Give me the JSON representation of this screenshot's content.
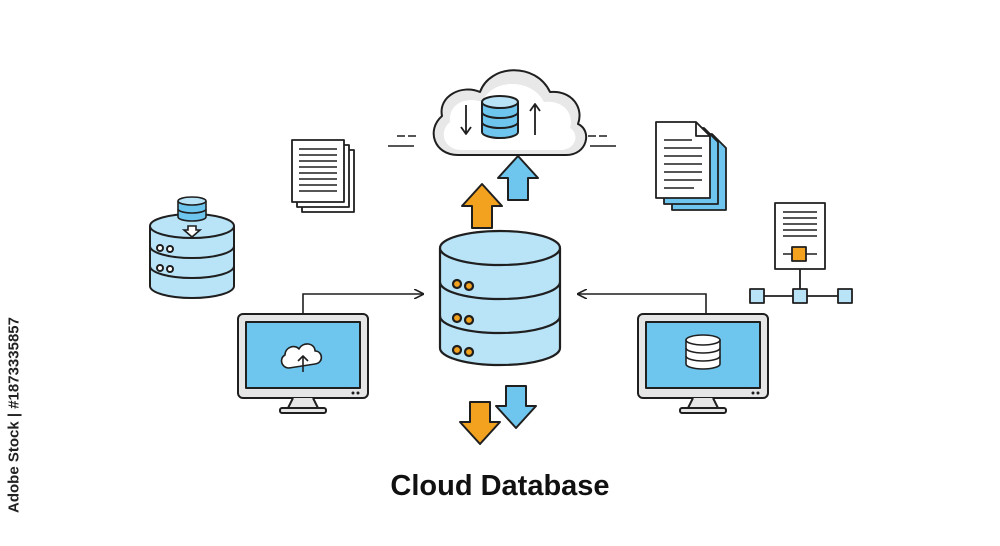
{
  "diagram": {
    "title": "Cloud Database",
    "colors": {
      "outline": "#1f1f1f",
      "blue": "#6ec6ee",
      "blue_light": "#b9e3f7",
      "orange": "#f3a21f",
      "gray": "#e6e6e6"
    },
    "icons": [
      "cloud-icon",
      "central-database-icon",
      "database-download-icon",
      "document-stack-icon",
      "document-network-icon",
      "monitor-upload-icon",
      "monitor-database-icon",
      "up-arrow-icons",
      "down-arrow-icons"
    ]
  },
  "watermark": {
    "text": "Adobe Stock | #1873335857"
  }
}
